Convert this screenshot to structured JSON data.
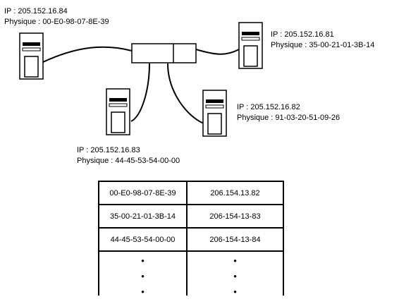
{
  "hosts": [
    {
      "ip": "IP : 205.152.16.84",
      "mac": "Physique : 00-E0-98-07-8E-39"
    },
    {
      "ip": "IP : 205.152.16.81",
      "mac": "Physique : 35-00-21-01-3B-14"
    },
    {
      "ip": "IP : 205.152.16.82",
      "mac": "Physique : 91-03-20-51-09-26"
    },
    {
      "ip": "IP : 205.152.16.83",
      "mac": "Physique : 44-45-53-54-00-00"
    }
  ],
  "table": {
    "rows": [
      [
        "00-E0-98-07-8E-39",
        "206.154.13.82"
      ],
      [
        "35-00-21-01-3B-14",
        "206-154-13-83"
      ],
      [
        "44-45-53-54-00-00",
        "206-154-13-84"
      ]
    ],
    "continuation": "•"
  }
}
